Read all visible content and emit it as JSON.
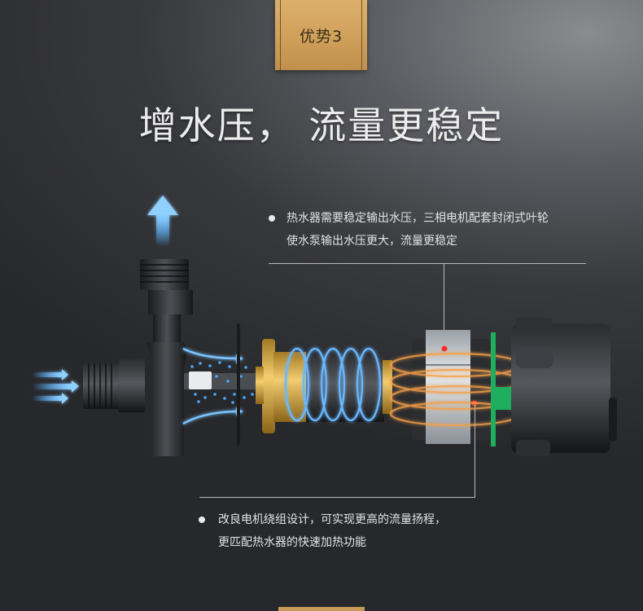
{
  "tag": {
    "label": "优势3"
  },
  "headline": "增水压， 流量更稳定",
  "features": [
    {
      "lines": [
        "热水器需要稳定输出水压，三相电机配套封闭式叶轮",
        "使水泵输出水压更大，流量更稳定"
      ]
    },
    {
      "lines": [
        "改良电机绕组设计，可实现更高的流量扬程，",
        "更匹配热水器的快速加热功能"
      ]
    }
  ],
  "diagram": {
    "subject": "water-pump-exploded-view",
    "parts": [
      "outlet-pipe",
      "inlet-pipe",
      "pump-housing",
      "impeller",
      "rotor-coil",
      "stator",
      "circuit-board",
      "motor-end-cap"
    ],
    "colors": {
      "flow_blue": "#4aa8ff",
      "coil_orange": "#f5a04a",
      "brass": "#d4a642",
      "pcb_green": "#1fae5e",
      "marker_red": "#ff2a2a"
    }
  }
}
